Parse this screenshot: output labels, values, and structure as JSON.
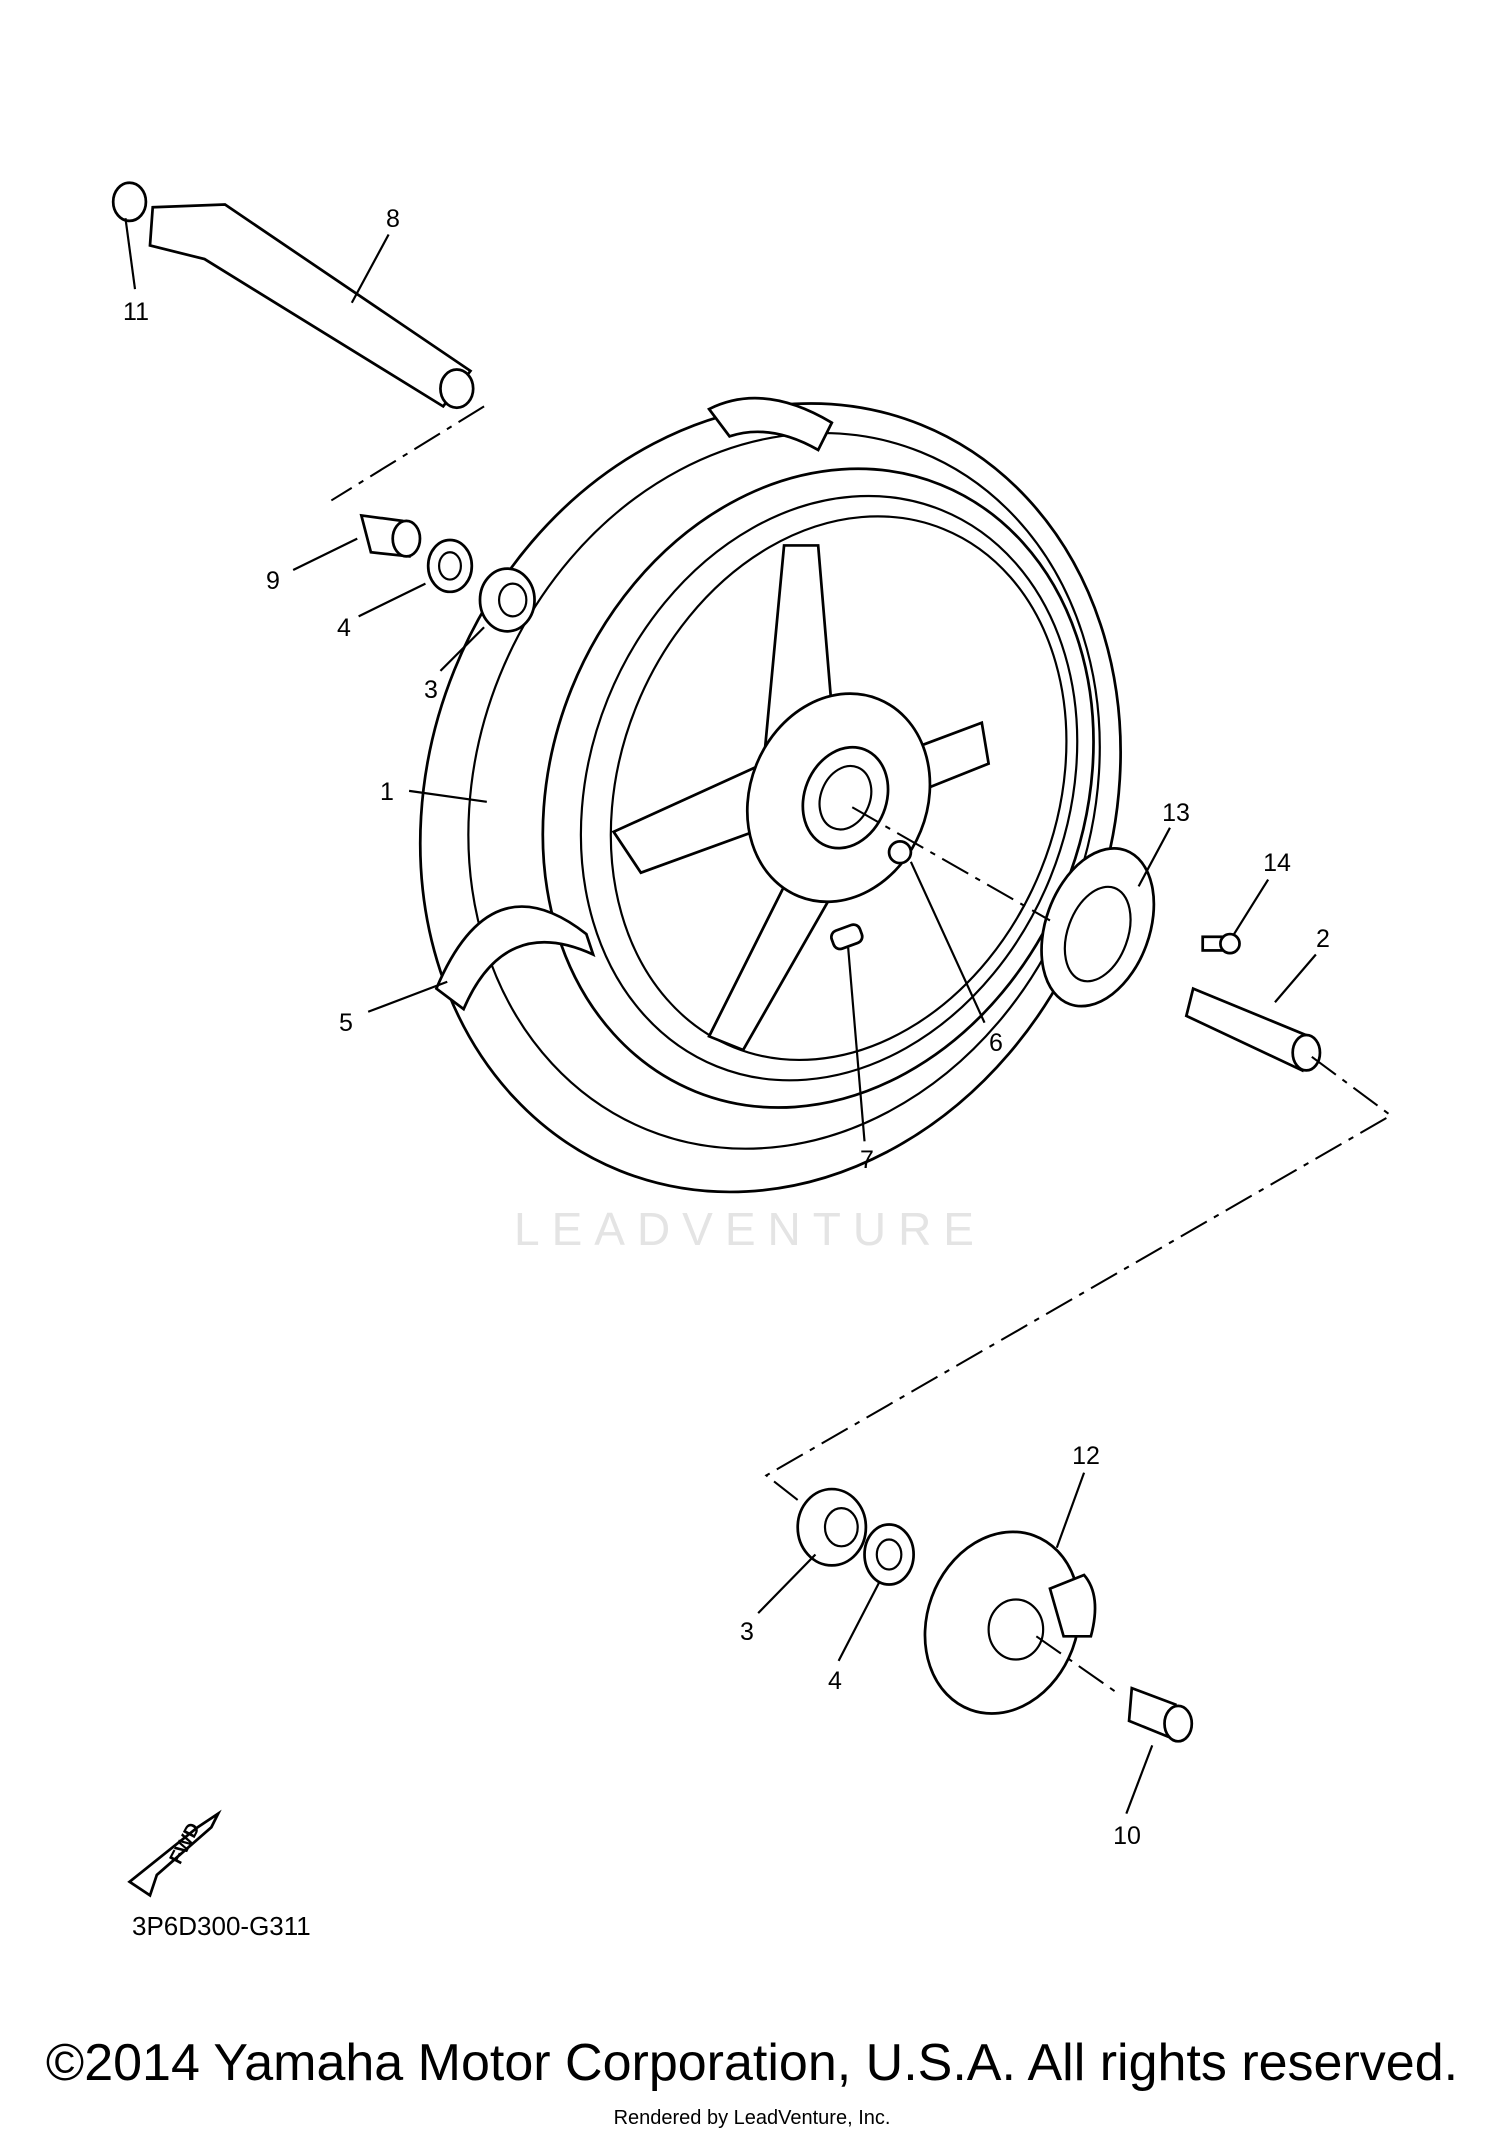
{
  "diagram": {
    "callouts": [
      "1",
      "2",
      "3",
      "3",
      "4",
      "4",
      "5",
      "6",
      "7",
      "8",
      "9",
      "10",
      "11",
      "12",
      "13",
      "14"
    ],
    "fwd_label": "FWD",
    "diagram_code": "3P6D300-G311",
    "watermark": "LEADVENTURE",
    "copyright": "©2014 Yamaha Motor Corporation, U.S.A. All rights reserved.",
    "rendered_by": "Rendered by LeadVenture, Inc."
  }
}
